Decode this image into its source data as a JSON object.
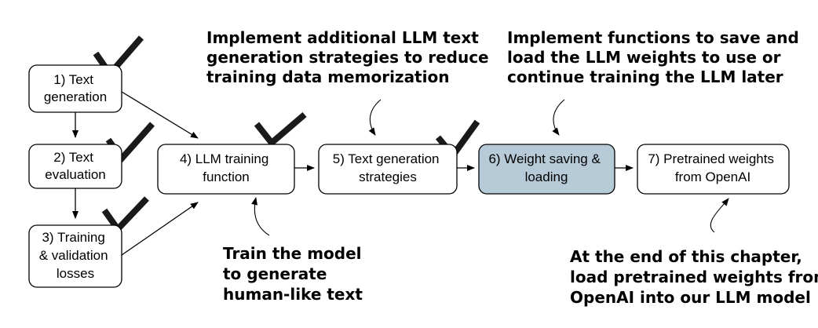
{
  "boxes": {
    "step1": {
      "lines": [
        "1) Text",
        "generation"
      ]
    },
    "step2": {
      "lines": [
        "2) Text",
        "evaluation"
      ]
    },
    "step3": {
      "lines": [
        "3) Training",
        "& validation",
        "losses"
      ]
    },
    "step4": {
      "lines": [
        "4) LLM training",
        "function"
      ]
    },
    "step5": {
      "lines": [
        "5) Text generation",
        "strategies"
      ]
    },
    "step6": {
      "lines": [
        "6) Weight saving &",
        "loading"
      ]
    },
    "step7": {
      "lines": [
        "7) Pretrained weights",
        "from OpenAI"
      ]
    }
  },
  "annotations": {
    "strategies": [
      "Implement additional LLM text",
      "generation strategies to reduce",
      "training data memorization"
    ],
    "saving": [
      "Implement functions to save and",
      "load the LLM weights to use or",
      "continue training the LLM later"
    ],
    "training": [
      "Train the model",
      "to generate",
      "human-like text"
    ],
    "pretrained": [
      "At the end of this chapter,",
      "load pretrained weights from",
      "OpenAI into our LLM model"
    ]
  },
  "colors": {
    "highlight": "#b6cad7",
    "checkmark": "#1a1a1a"
  }
}
